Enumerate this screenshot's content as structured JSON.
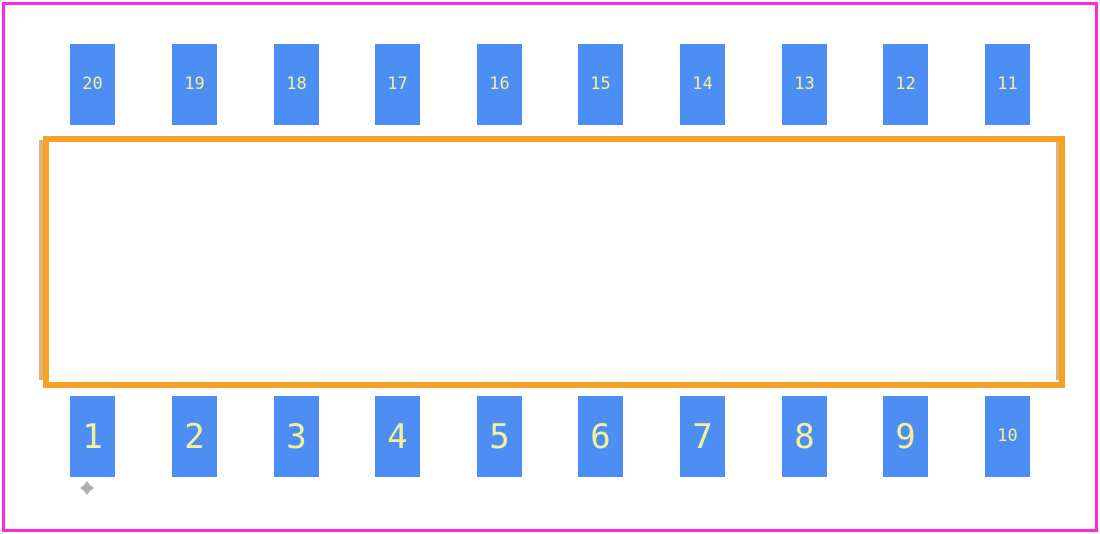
{
  "colors": {
    "boundary": "#ff26e2",
    "pad_fill": "#4d8ef5",
    "pad_label": "#f5f09a",
    "outline": "#f7a128",
    "side_line": "#d8b47a",
    "marker": "#b0b0b0"
  },
  "top_row": [
    "20",
    "19",
    "18",
    "17",
    "16",
    "15",
    "14",
    "13",
    "12",
    "11"
  ],
  "bottom_row": [
    "1",
    "2",
    "3",
    "4",
    "5",
    "6",
    "7",
    "8",
    "9",
    "10"
  ],
  "pin1_marker_icon": "pin1-marker-icon"
}
